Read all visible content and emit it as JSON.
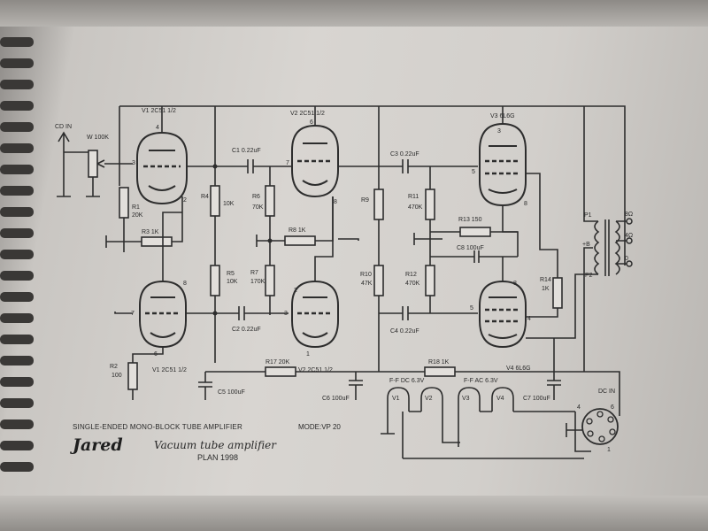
{
  "schematic": {
    "input_label": "CD IN",
    "volume_label": "W 100K",
    "tube_labels": {
      "v1_top": "V1 2C51 1/2",
      "v2_top": "V2 2C51 1/2",
      "v3_top": "V3 6L6G",
      "v1_bottom": "V1 2C51 1/2",
      "v2_bottom": "V2 2C51 1/2",
      "v4_bottom": "V4 6L6G"
    },
    "components": {
      "r1": "R1",
      "r1_val": "20K",
      "r2": "R2",
      "r2_val": "100",
      "r3": "R3 1K",
      "r4": "R4",
      "r4_val": "10K",
      "r5": "R5",
      "r5_val": "10K",
      "r6": "R6",
      "r6_val": "70K",
      "r7": "R7",
      "r7_val": "170K",
      "r8": "R8 1K",
      "r9": "R9",
      "r10": "R10",
      "r10_val": "47K",
      "r11": "R11",
      "r11_val": "470K",
      "r12": "R12",
      "r12_val": "470K",
      "r13": "R13 150",
      "r14": "R14",
      "r14_val": "1K",
      "r17": "R17 20K",
      "r18": "R18 1K",
      "c1": "C1 0.22uF",
      "c2": "C2 0.22uF",
      "c3": "C3 0.22uF",
      "c4": "C4 0.22uF",
      "c5": "C5 100uF",
      "c6": "C6 100uF",
      "c7": "C7 100uF",
      "c8": "C8 100uF"
    },
    "transformer": {
      "primary": "P1",
      "primary2": "P2",
      "plus": "+B",
      "tap8": "8Ω",
      "tap4": "4Ω",
      "tap0": "0"
    },
    "heater_dc": "F-F DC 6.3V",
    "heater_ac": "F-F AC 6.3V",
    "heater_tubes": [
      "V1",
      "V2",
      "V3",
      "V4"
    ],
    "dc_in": "DC IN",
    "pins": {
      "p1": "1",
      "p2": "2",
      "p3": "3",
      "p4": "4",
      "p5": "5",
      "p6": "6",
      "p7": "7",
      "p8": "8"
    }
  },
  "title_block": {
    "title": "SINGLE-ENDED MONO-BLOCK TUBE AMPLIFIER",
    "model": "MODE:VP 20",
    "brand": "Jared",
    "subtitle": "Vacuum tube amplifier",
    "plan": "PLAN 1998"
  },
  "colors": {
    "paper": "#d6d3cf",
    "ink": "#2d2d2d",
    "background": "#6e6a66"
  }
}
